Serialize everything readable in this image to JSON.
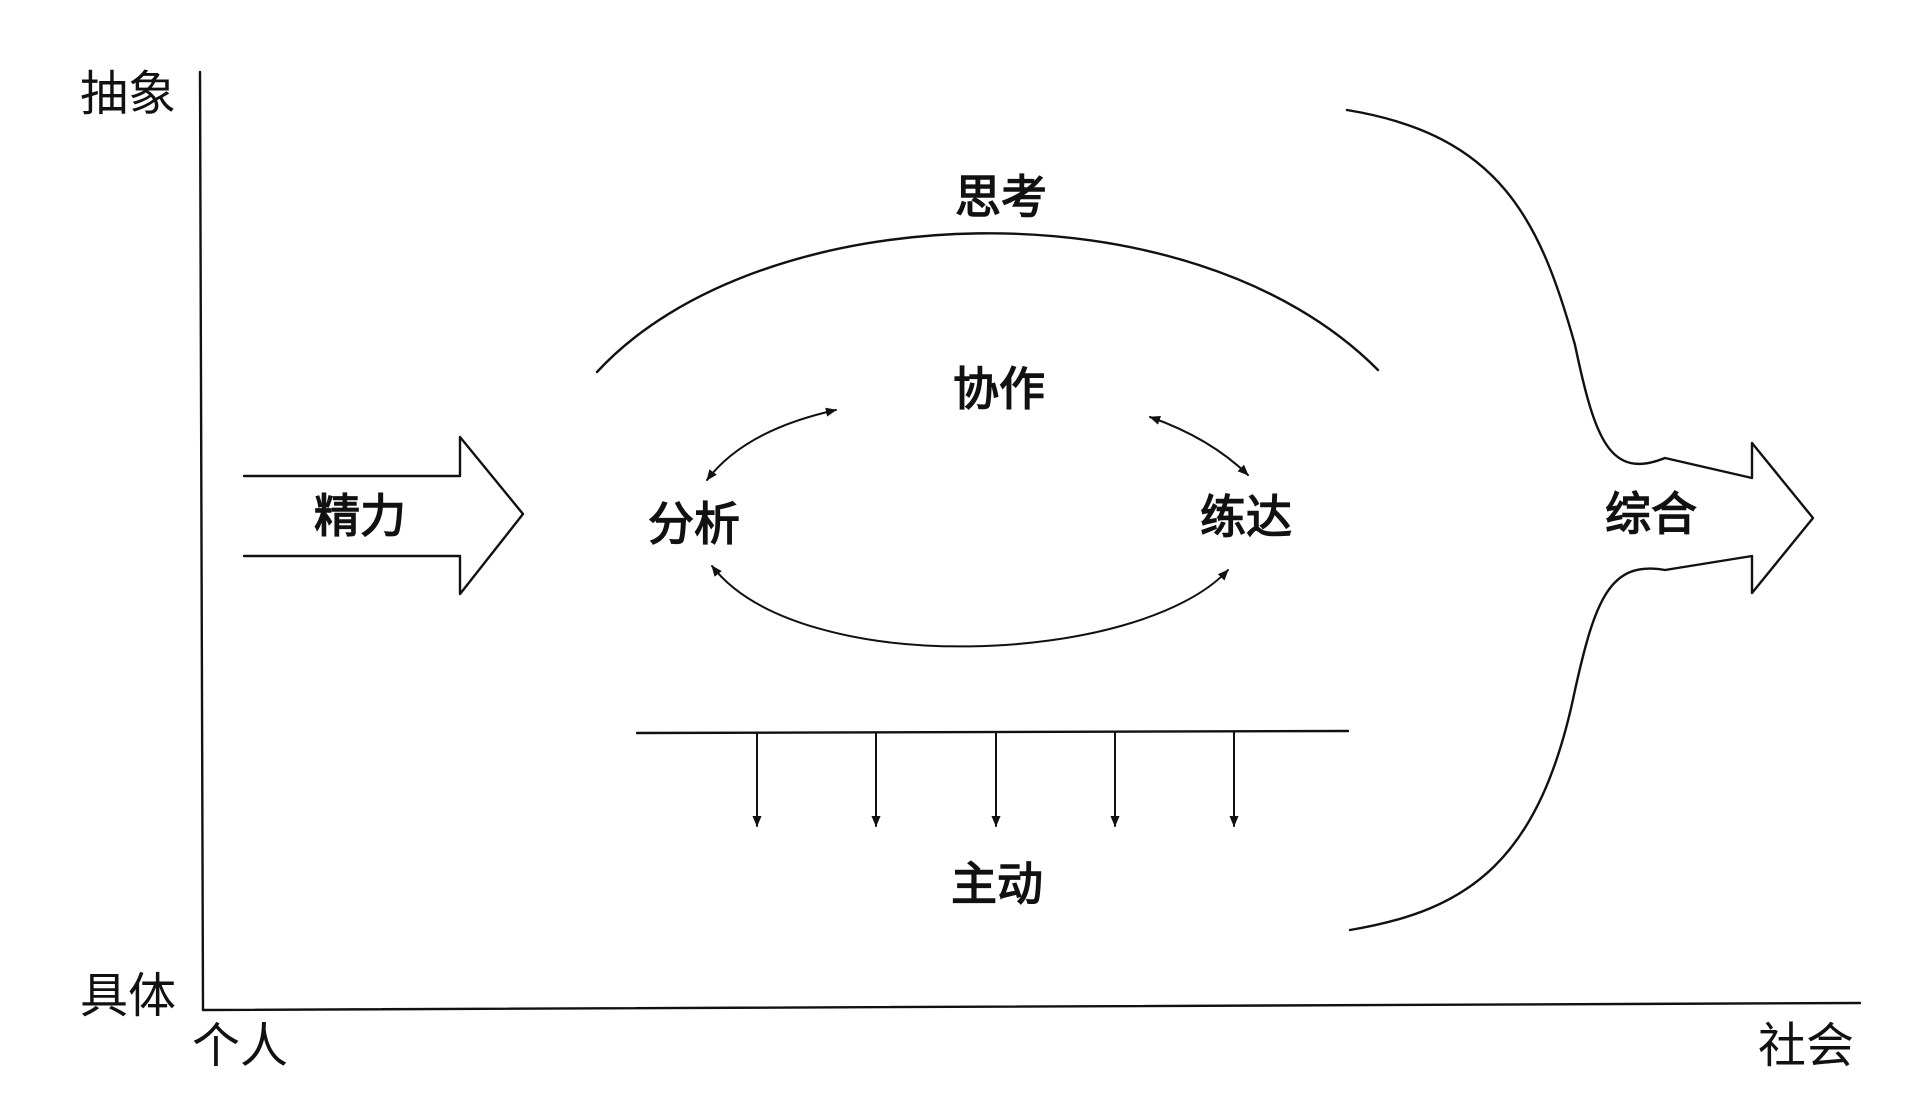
{
  "axes": {
    "y_top": "抽象",
    "y_bottom": "具体",
    "x_left": "个人",
    "x_right": "社会"
  },
  "labels": {
    "input": "精力",
    "thinking": "思考",
    "collaboration": "协作",
    "analysis": "分析",
    "proficiency": "练达",
    "initiative": "主动",
    "synthesis": "综合"
  }
}
